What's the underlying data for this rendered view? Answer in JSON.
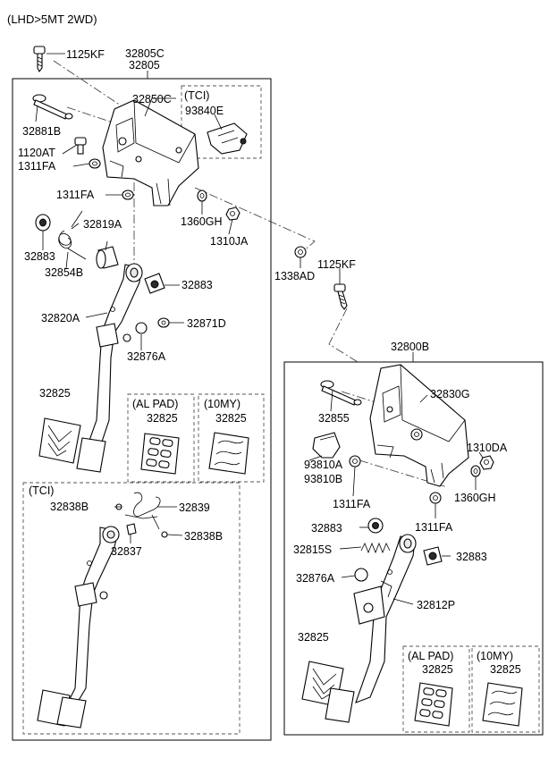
{
  "title": "(LHD>5MT 2WD)",
  "labels": {
    "l_1125kf_top": "1125KF",
    "l_32805c": "32805C",
    "l_32805": "32805",
    "l_32850c": "32850C",
    "l_tci_top": "(TCI)",
    "l_93840e": "93840E",
    "l_32881b": "32881B",
    "l_1120at": "1120AT",
    "l_1311fa_a": "1311FA",
    "l_1311fa_b": "1311FA",
    "l_1360gh_a": "1360GH",
    "l_1310ja": "1310JA",
    "l_32819a": "32819A",
    "l_32883_a": "32883",
    "l_32854b": "32854B",
    "l_32883_b": "32883",
    "l_32820a": "32820A",
    "l_32871d": "32871D",
    "l_32876a_a": "32876A",
    "l_32825_a": "32825",
    "l_alpad_a": "(AL PAD)",
    "l_32825_b": "32825",
    "l_10my_a": "(10MY)",
    "l_32825_c": "32825",
    "l_tci_bottom": "(TCI)",
    "l_32838b_a": "32838B",
    "l_32839": "32839",
    "l_32838b_b": "32838B",
    "l_32837": "32837",
    "l_1338ad": "1338AD",
    "l_1125kf_right": "1125KF",
    "l_32800b": "32800B",
    "l_32830g": "32830G",
    "l_32855": "32855",
    "l_1310da": "1310DA",
    "l_93810a": "93810A",
    "l_93810b": "93810B",
    "l_1311fa_c": "1311FA",
    "l_1360gh_b": "1360GH",
    "l_1311fa_d": "1311FA",
    "l_32883_c": "32883",
    "l_32815s": "32815S",
    "l_32883_d": "32883",
    "l_32876a_b": "32876A",
    "l_32812p": "32812P",
    "l_32825_d": "32825",
    "l_alpad_b": "(AL PAD)",
    "l_32825_e": "32825",
    "l_10my_b": "(10MY)",
    "l_32825_f": "32825"
  }
}
